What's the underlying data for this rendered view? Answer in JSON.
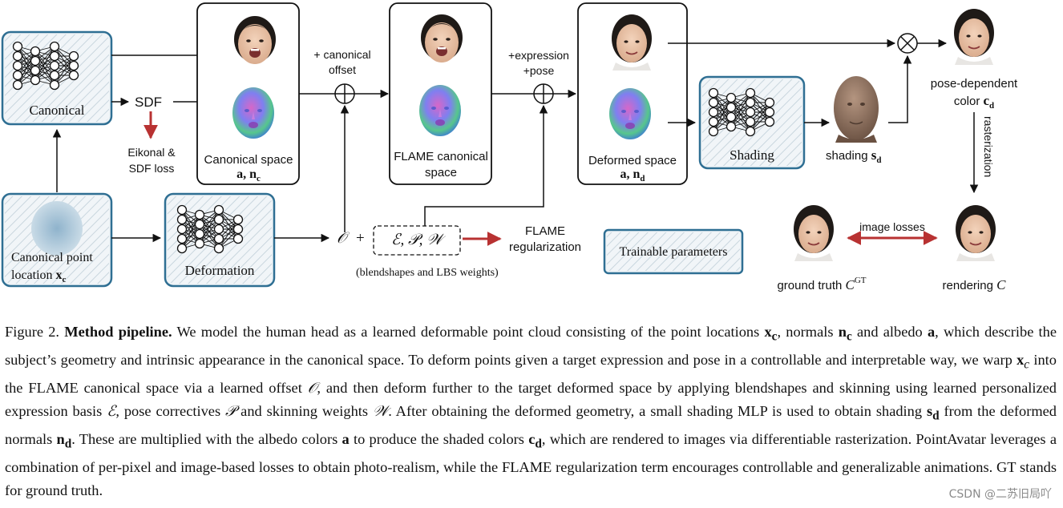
{
  "figure_label": "Figure 2.",
  "figure_title": "Method pipeline.",
  "caption_segments": [
    "We model the human head as a learned deformable point cloud consisting of the point locations ",
    "x",
    "c",
    ", normals ",
    "n",
    "c",
    " and albedo ",
    "a",
    ", which describe the subject’s geometry and intrinsic appearance in the canonical space. To deform points given a target expression and pose in a controllable and interpretable way, we warp ",
    "x",
    "c",
    " into the FLAME canonical space via a learned offset ",
    "𝒪",
    ", and then deform further to the target deformed space by applying blendshapes and skinning using learned personalized expression basis ",
    "ℰ",
    ", pose correctives ",
    "𝒫",
    " and skinning weights ",
    "𝒲",
    ". After obtaining the deformed geometry, a small shading MLP is used to obtain shading ",
    "s",
    "d",
    " from the deformed normals ",
    "n",
    "d",
    ". These are multiplied with the albedo colors ",
    "a",
    " to produce the shaded colors ",
    "c",
    "d",
    ", which are rendered to images via differentiable rasterization. PointAvatar leverages a combination of per-pixel and image-based losses to obtain photo-realism, while the FLAME regularization term encourages controllable and generalizable animations. GT stands for ground truth."
  ],
  "diagram": {
    "canonical_mlp": "Canonical",
    "sdf": "SDF",
    "eikonal": [
      "Eikonal &",
      "SDF loss"
    ],
    "canonical_point_location": [
      "Canonical point",
      "location "
    ],
    "x_c": {
      "base": "x",
      "sub": "c"
    },
    "deformation_mlp": "Deformation",
    "canonical_space": "Canonical space",
    "a_nc": {
      "a": "a, ",
      "n": "n",
      "sub": "c"
    },
    "plus_canonical_offset": [
      "+ canonical",
      "offset"
    ],
    "flame_canonical_space": [
      "FLAME canonical",
      "space"
    ],
    "plus_expression_pose": [
      "+expression",
      "+pose"
    ],
    "deformed_space": "Deformed space",
    "a_nd": {
      "a": "a, ",
      "n": "n",
      "sub": "d"
    },
    "shading_mlp": "Shading",
    "shading_label": "shading ",
    "s_d": {
      "base": "s",
      "sub": "d"
    },
    "pose_dependent_color": [
      "pose-dependent",
      "color "
    ],
    "c_d": {
      "base": "c",
      "sub": "d"
    },
    "rasterization": "rasterization",
    "image_losses": "image losses",
    "ground_truth": "ground truth ",
    "ground_truth_symbol": "C",
    "ground_truth_sup": "GT",
    "rendering": "rendering ",
    "rendering_symbol": "C",
    "offset_symbol": "𝒪",
    "plus": "+",
    "epw": "ℰ, 𝒫, 𝒲",
    "blendshapes_note": "(blendshapes and LBS weights)",
    "flame_regularization": [
      "FLAME",
      "regularization"
    ],
    "trainable_parameters": "Trainable parameters",
    "multiply_symbol": "×"
  },
  "watermark": "CSDN @二苏旧局吖",
  "colors": {
    "mlp_border": "#2f6f93",
    "mlp_fill": "#eef3f6",
    "red_arrow": "#b83232",
    "normal_map_blue": "#5a7de0",
    "normal_map_pink": "#d767c8",
    "normal_map_green": "#57c78c",
    "skin": "#e9c2a6",
    "hair": "#1f1a17",
    "clay": "#8b6e5a"
  }
}
